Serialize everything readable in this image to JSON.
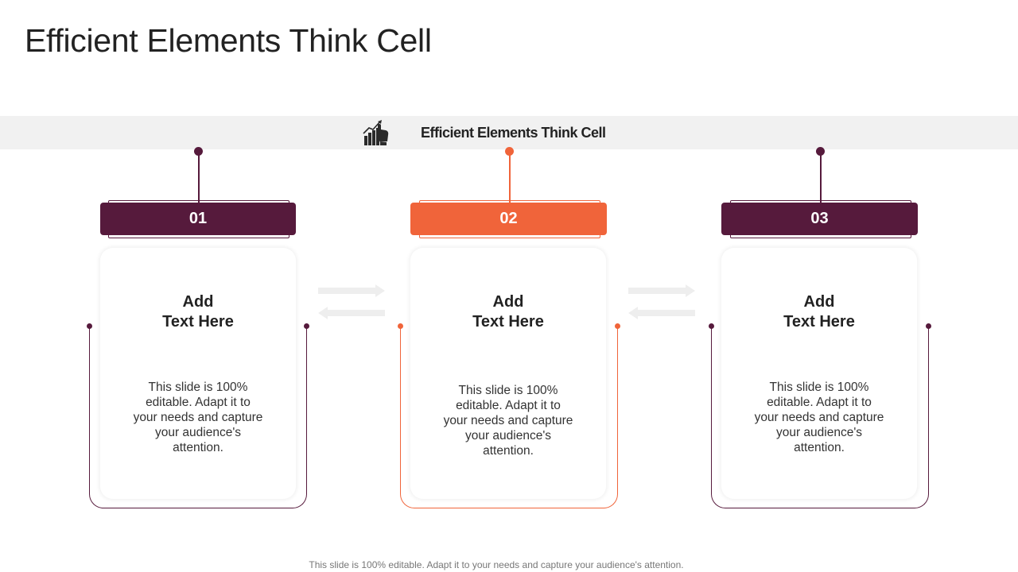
{
  "slide": {
    "title": "Efficient Elements Think Cell",
    "footer": "This slide is 100% editable. Adapt it to your needs and capture your audience's attention."
  },
  "banner": {
    "icon": "chart-hand-icon",
    "label": "Efficient Elements Think Cell"
  },
  "colors": {
    "dark": "#561a3c",
    "accent": "#f0643a",
    "band": "#f1f1f1",
    "arrow": "#eeeeee"
  },
  "steps": [
    {
      "number": "01",
      "heading_line1": "Add",
      "heading_line2": "Text Here",
      "body": "This slide is 100% editable. Adapt it to your needs and capture your audience's attention.",
      "color": "#561a3c"
    },
    {
      "number": "02",
      "heading_line1": "Add",
      "heading_line2": "Text Here",
      "body": "This slide is 100% editable. Adapt it to your needs and capture your audience's attention.",
      "color": "#f0643a"
    },
    {
      "number": "03",
      "heading_line1": "Add",
      "heading_line2": "Text Here",
      "body": "This slide is 100% editable. Adapt it to your needs and capture your audience's attention.",
      "color": "#561a3c"
    }
  ],
  "connectors": [
    {
      "icon": "bidirectional-arrows-icon"
    },
    {
      "icon": "bidirectional-arrows-icon"
    }
  ]
}
